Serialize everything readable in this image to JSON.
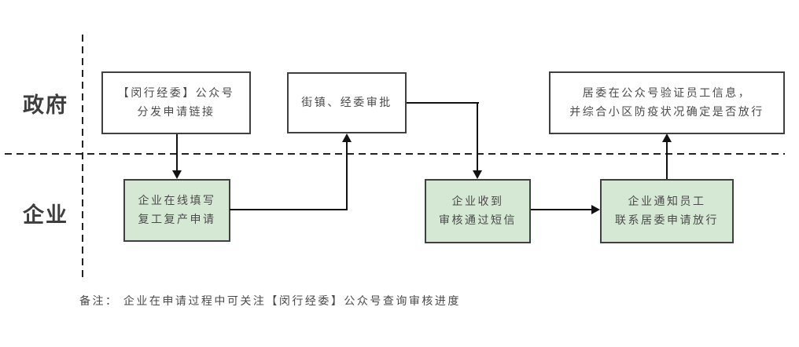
{
  "diagram": {
    "type": "swimlane-flowchart",
    "lanes": [
      {
        "id": "government",
        "label": "政府"
      },
      {
        "id": "enterprise",
        "label": "企业"
      }
    ],
    "nodes": [
      {
        "id": "gov-distribute-link",
        "lane": "政府",
        "style": "plain",
        "lines": [
          "【闵行经委】公众号",
          "分发申请链接"
        ]
      },
      {
        "id": "gov-approval",
        "lane": "政府",
        "style": "plain",
        "lines": [
          "街镇、经委审批"
        ]
      },
      {
        "id": "gov-verify-release",
        "lane": "政府",
        "style": "plain",
        "lines": [
          "居委在公众号验证员工信息，",
          "并综合小区防疫状况确定是否放行"
        ]
      },
      {
        "id": "ent-online-apply",
        "lane": "企业",
        "style": "green",
        "lines": [
          "企业在线填写",
          "复工复产申请"
        ]
      },
      {
        "id": "ent-receive-sms",
        "lane": "企业",
        "style": "green",
        "lines": [
          "企业收到",
          "审核通过短信"
        ]
      },
      {
        "id": "ent-notify-staff",
        "lane": "企业",
        "style": "green",
        "lines": [
          "企业通知员工",
          "联系居委申请放行"
        ]
      }
    ],
    "edges": [
      {
        "from": "gov-distribute-link",
        "to": "ent-online-apply",
        "direction": "down"
      },
      {
        "from": "ent-online-apply",
        "to": "gov-approval",
        "direction": "right-then-up"
      },
      {
        "from": "gov-approval",
        "to": "ent-receive-sms",
        "direction": "right-then-down"
      },
      {
        "from": "ent-receive-sms",
        "to": "ent-notify-staff",
        "direction": "right"
      },
      {
        "from": "ent-notify-staff",
        "to": "gov-verify-release",
        "direction": "up"
      }
    ],
    "note": "备注： 企业在申请过程中可关注【闵行经委】公众号查询审核进度",
    "colors": {
      "green_fill": "#d5e8d4",
      "node_border": "#404040",
      "connector": "#111111",
      "text": "#4a4a4a"
    }
  }
}
